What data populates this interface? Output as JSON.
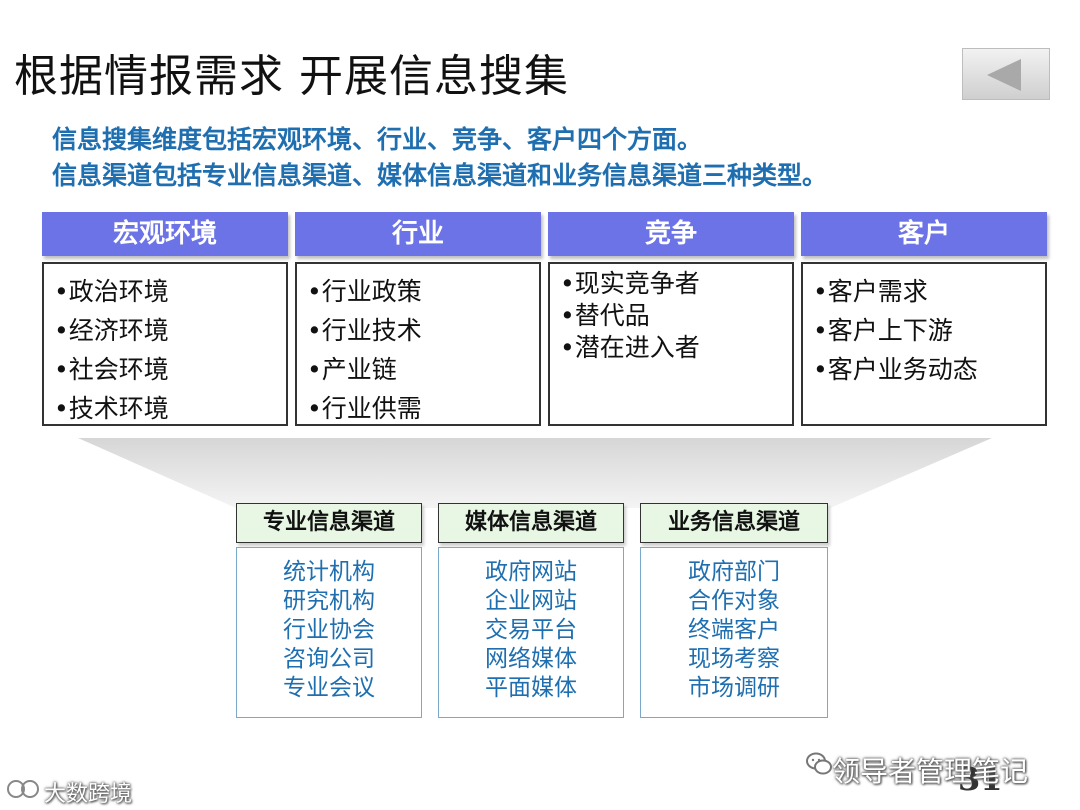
{
  "title": "根据情报需求 开展信息搜集",
  "summary": {
    "line1": "信息搜集维度包括宏观环境、行业、竞争、客户四个方面。",
    "line2": "信息渠道包括专业信息渠道、媒体信息渠道和业务信息渠道三种类型。"
  },
  "categories": [
    {
      "header": "宏观环境",
      "items": [
        "•政治环境",
        "•经济环境",
        "•社会环境",
        "•技术环境"
      ]
    },
    {
      "header": "行业",
      "items": [
        "•行业政策",
        "•行业技术",
        "•产业链",
        "•行业供需"
      ]
    },
    {
      "header": "竞争",
      "items": [
        "•现实竞争者",
        "•替代品",
        "•潜在进入者"
      ]
    },
    {
      "header": "客户",
      "items": [
        "•客户需求",
        "•客户上下游",
        "•客户业务动态"
      ]
    }
  ],
  "channels": [
    {
      "header": "专业信息渠道",
      "items": [
        "统计机构",
        "研究机构",
        "行业协会",
        "咨询公司",
        "专业会议"
      ]
    },
    {
      "header": "媒体信息渠道",
      "items": [
        "政府网站",
        "企业网站",
        "交易平台",
        "网络媒体",
        "平面媒体"
      ]
    },
    {
      "header": "业务信息渠道",
      "items": [
        "政府部门",
        "合作对象",
        "终端客户",
        "现场考察",
        "市场调研"
      ]
    }
  ],
  "page_number": "31",
  "watermarks": {
    "right": "领导者管理笔记",
    "left": "大数跨境"
  },
  "icons": {
    "nav": "back-arrow-icon",
    "wechat": "wechat-icon",
    "brand": "brand-logo-icon"
  }
}
